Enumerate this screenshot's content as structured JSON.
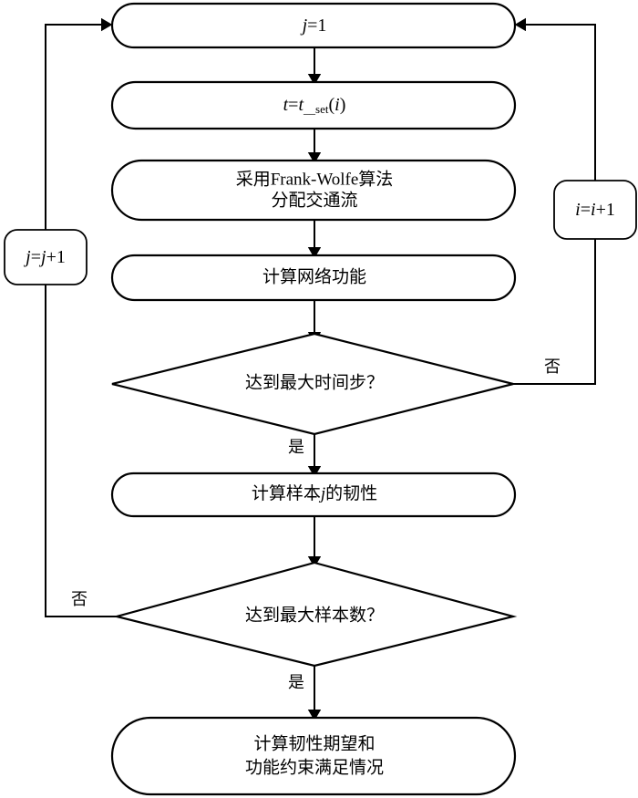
{
  "diagram": {
    "title": "resilience-assessment-flowchart",
    "background_color": "#ffffff",
    "line_color": "#000000",
    "nodes": {
      "init_j": {
        "label": "j=1",
        "var": "j",
        "expr": "=1",
        "shape": "rounded-rectangle"
      },
      "set_time": {
        "label": "t=t__set(i)",
        "var": "t",
        "expr": "=t",
        "sub": "_set",
        "arg": "(i)",
        "shape": "rounded-rectangle"
      },
      "frank_wolfe": {
        "line1": "采用Frank-Wolfe算法",
        "line2": "分配交通流",
        "shape": "rounded-rectangle"
      },
      "compute_network_function": {
        "label": "计算网络功能",
        "shape": "rounded-rectangle"
      },
      "decision_max_timestep": {
        "label": "达到最大时间步？",
        "shape": "diamond"
      },
      "compute_sample_resilience": {
        "prefix": "计算样本",
        "var": "j",
        "suffix": "的韧性",
        "shape": "rounded-rectangle"
      },
      "decision_max_samples": {
        "label": "达到最大样本数？",
        "shape": "diamond"
      },
      "final_output": {
        "line1": "计算韧性期望和",
        "line2": "功能约束满足情况",
        "shape": "rounded-rectangle"
      },
      "increment_i": {
        "var": "i",
        "expr": "=i+1",
        "label": "i=i+1",
        "shape": "rounded-rectangle-small"
      },
      "increment_j": {
        "var": "j",
        "expr": "=j+1",
        "label": "j=j+1",
        "shape": "rounded-rectangle-small"
      }
    },
    "edge_labels": {
      "timestep_no": "否",
      "timestep_yes": "是",
      "samples_no": "否",
      "samples_yes": "是"
    }
  }
}
